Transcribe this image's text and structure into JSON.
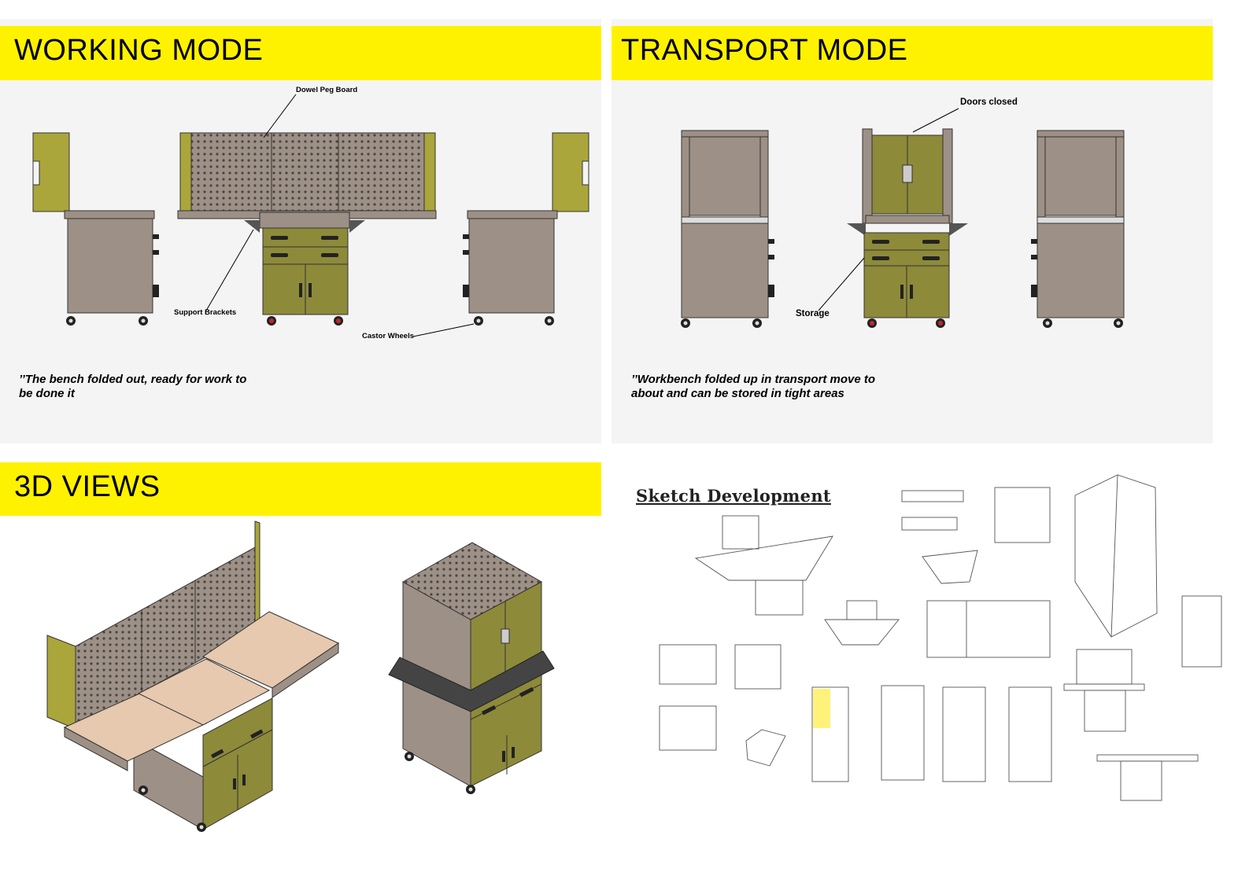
{
  "sections": {
    "working": {
      "title": "WORKING MODE",
      "caption_line1": "’’The bench folded out, ready for work to",
      "caption_line2": "be done it",
      "callouts": {
        "pegboard": "Dowel Peg Board",
        "brackets": "Support Brackets",
        "wheels": "Castor Wheels"
      }
    },
    "transport": {
      "title": "TRANSPORT MODE",
      "caption_line1": "’’Workbench folded up in transport move to",
      "caption_line2": "about and can be stored in tight areas",
      "callouts": {
        "doors": "Doors closed",
        "storage": "Storage"
      }
    },
    "views3d": {
      "title": "3D VIEWS"
    },
    "sketch": {
      "title": "Sketch Development"
    }
  },
  "colors": {
    "banner": "#fff200",
    "panel": "#f4f4f4",
    "wood": "#9d9086",
    "olive": "#8d8a3a",
    "olive_light": "#aaa63b",
    "top": "#e6c9ae",
    "sketch_accent": "#fff27a"
  }
}
